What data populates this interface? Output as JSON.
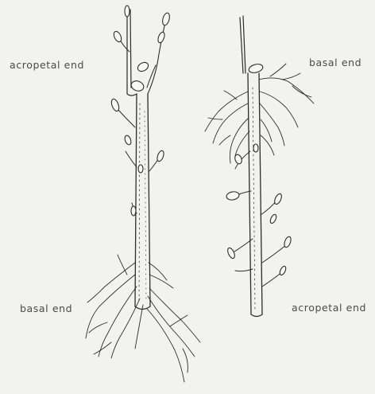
{
  "labels": {
    "left_top": "acropetal end",
    "left_bottom": "basal end",
    "right_top": "basal end",
    "right_bottom": "acropetal end"
  },
  "colors": {
    "background": "#f2f2f0",
    "ink": "#2c2c2c",
    "label_text": "#4a4a4a"
  }
}
